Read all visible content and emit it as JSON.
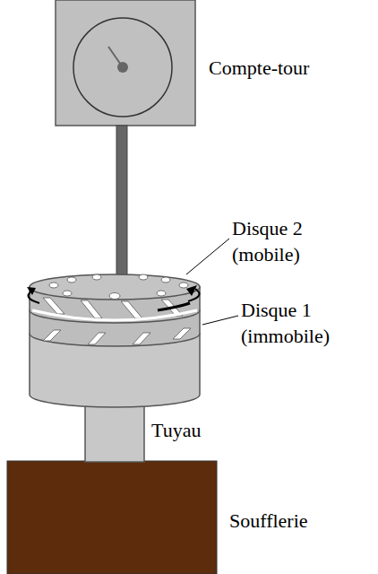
{
  "diagram": {
    "labels": [
      "Compte-tour",
      "Disque 2 (mobile)",
      "Disque 1 (immobile)",
      "Tuyau",
      "Soufflerie"
    ]
  }
}
